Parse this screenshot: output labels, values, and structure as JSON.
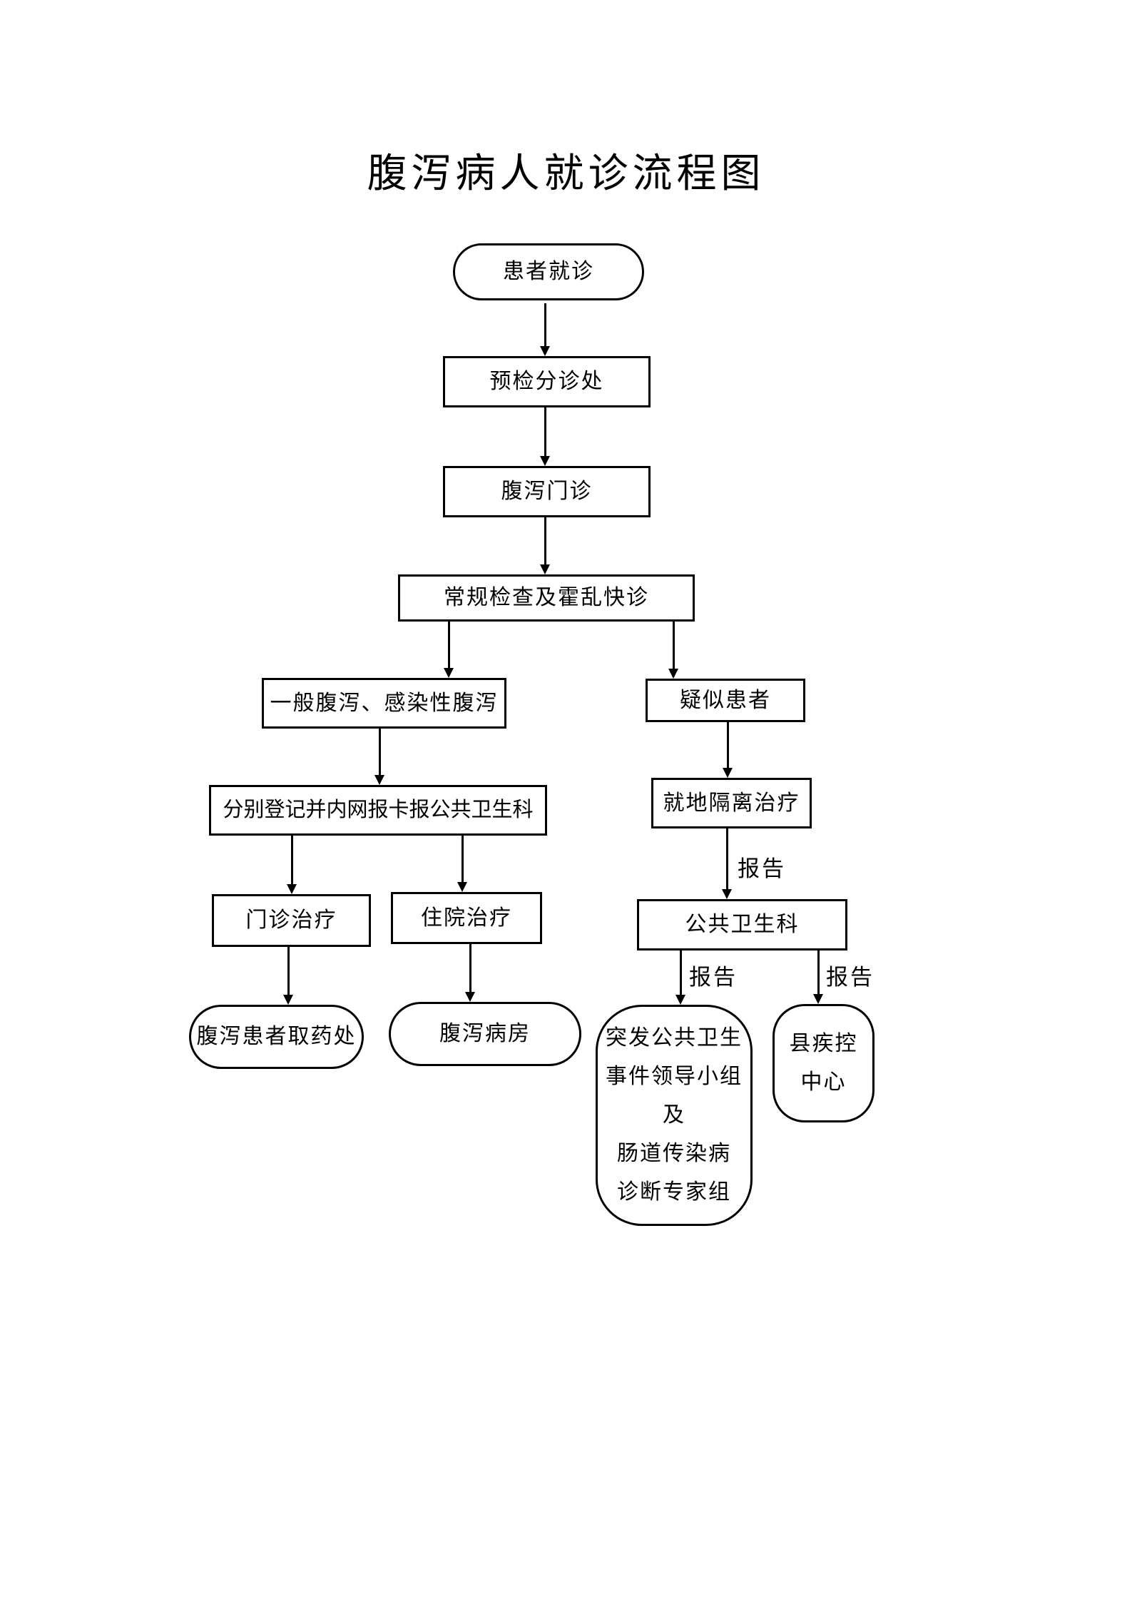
{
  "title": "腹泻病人就诊流程图",
  "nodes": {
    "start": {
      "label": "患者就诊",
      "shape": "stadium"
    },
    "triage": {
      "label": "预检分诊处",
      "shape": "rect"
    },
    "clinic": {
      "label": "腹泻门诊",
      "shape": "rect"
    },
    "exam": {
      "label": "常规检查及霍乱快诊",
      "shape": "rect"
    },
    "general": {
      "label": "一般腹泻、感染性腹泻",
      "shape": "rect"
    },
    "suspected": {
      "label": "疑似患者",
      "shape": "rect"
    },
    "register": {
      "label": "分别登记并内网报卡报公共卫生科",
      "shape": "rect"
    },
    "isolation": {
      "label": "就地隔离治疗",
      "shape": "rect"
    },
    "outpatient": {
      "label": "门诊治疗",
      "shape": "rect"
    },
    "inpatient": {
      "label": "住院治疗",
      "shape": "rect"
    },
    "public_health": {
      "label": "公共卫生科",
      "shape": "rect"
    },
    "pharmacy": {
      "label": "腹泻患者取药处",
      "shape": "stadium"
    },
    "ward": {
      "label": "腹泻病房",
      "shape": "stadium"
    },
    "emergency_group": {
      "label": "突发公共卫生事件领导小组及肠道传染病诊断专家组",
      "lines": [
        "突发公共卫生",
        "事件领导小组",
        "及",
        "肠道传染病",
        "诊断专家组"
      ],
      "shape": "rounded"
    },
    "cdc": {
      "label": "县疾控中心",
      "lines": [
        "县疾控",
        "中心"
      ],
      "shape": "rounded"
    }
  },
  "edges": [
    {
      "from": "患者就诊",
      "to": "预检分诊处",
      "label": ""
    },
    {
      "from": "预检分诊处",
      "to": "腹泻门诊",
      "label": ""
    },
    {
      "from": "腹泻门诊",
      "to": "常规检查及霍乱快诊",
      "label": ""
    },
    {
      "from": "常规检查及霍乱快诊",
      "to": "一般腹泻、感染性腹泻",
      "label": ""
    },
    {
      "from": "常规检查及霍乱快诊",
      "to": "疑似患者",
      "label": ""
    },
    {
      "from": "一般腹泻、感染性腹泻",
      "to": "分别登记并内网报卡报公共卫生科",
      "label": ""
    },
    {
      "from": "疑似患者",
      "to": "就地隔离治疗",
      "label": ""
    },
    {
      "from": "分别登记并内网报卡报公共卫生科",
      "to": "门诊治疗",
      "label": ""
    },
    {
      "from": "分别登记并内网报卡报公共卫生科",
      "to": "住院治疗",
      "label": ""
    },
    {
      "from": "就地隔离治疗",
      "to": "公共卫生科",
      "label": "报告"
    },
    {
      "from": "门诊治疗",
      "to": "腹泻患者取药处",
      "label": ""
    },
    {
      "from": "住院治疗",
      "to": "腹泻病房",
      "label": ""
    },
    {
      "from": "公共卫生科",
      "to": "突发公共卫生事件领导小组及肠道传染病诊断专家组",
      "label": "报告"
    },
    {
      "from": "公共卫生科",
      "to": "县疾控中心",
      "label": "报告"
    }
  ],
  "colors": {
    "background": "#ffffff",
    "line": "#000000",
    "text": "#000000"
  }
}
